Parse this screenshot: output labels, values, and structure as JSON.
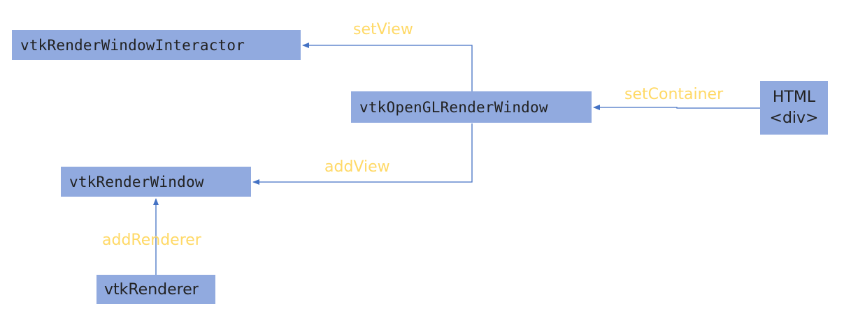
{
  "colors": {
    "box_fill": "#91aadf",
    "connector": "#4472c4",
    "label": "#ffd966"
  },
  "nodes": {
    "interactor": "vtkRenderWindowInteractor",
    "opengl_window": "vtkOpenGLRenderWindow",
    "render_window": "vtkRenderWindow",
    "renderer": "vtkRenderer",
    "html_div": {
      "line1": "HTML",
      "line2": "<div>"
    }
  },
  "edges": {
    "set_view": "setView",
    "set_container": "setContainer",
    "add_view": "addView",
    "add_renderer": "addRenderer"
  }
}
